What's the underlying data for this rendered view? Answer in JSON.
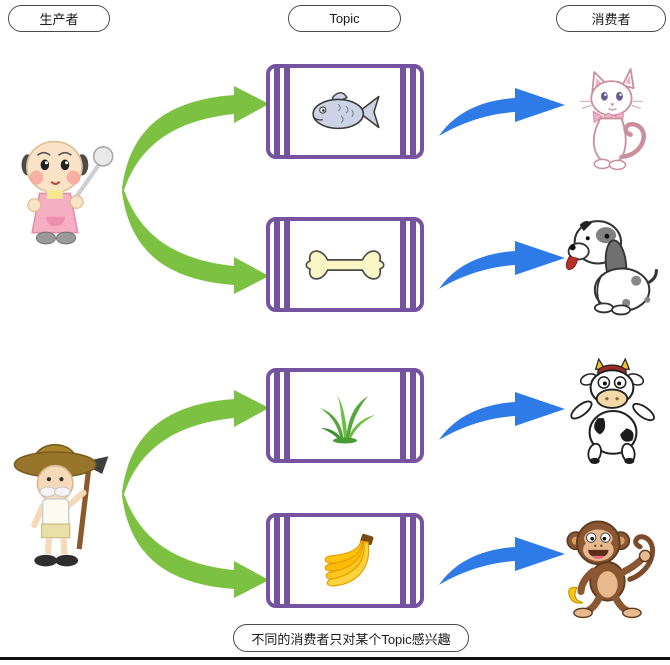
{
  "colors": {
    "purple": "#75539E",
    "green": "#7CC142",
    "blue": "#2E7BE8"
  },
  "header": {
    "producer": "生产者",
    "topic": "Topic",
    "consumer": "消费者"
  },
  "footer": {
    "note": "不同的消费者只对某个Topic感兴趣"
  },
  "diagram": {
    "producers": [
      {
        "name": "cook",
        "icon": "cook-producer-icon",
        "publishes_to": [
          "fish-topic",
          "bone-topic"
        ]
      },
      {
        "name": "farmer",
        "icon": "farmer-producer-icon",
        "publishes_to": [
          "grass-topic",
          "banana-topic"
        ]
      }
    ],
    "topics": [
      {
        "name": "fish-topic",
        "icon": "fish-icon"
      },
      {
        "name": "bone-topic",
        "icon": "bone-icon"
      },
      {
        "name": "grass-topic",
        "icon": "grass-icon"
      },
      {
        "name": "banana-topic",
        "icon": "banana-icon"
      }
    ],
    "consumers": [
      {
        "name": "cat",
        "icon": "cat-consumer-icon",
        "subscribes_to": "fish-topic"
      },
      {
        "name": "dog",
        "icon": "dog-consumer-icon",
        "subscribes_to": "bone-topic"
      },
      {
        "name": "cow",
        "icon": "cow-consumer-icon",
        "subscribes_to": "grass-topic"
      },
      {
        "name": "monkey",
        "icon": "monkey-consumer-icon",
        "subscribes_to": "banana-topic"
      }
    ]
  }
}
